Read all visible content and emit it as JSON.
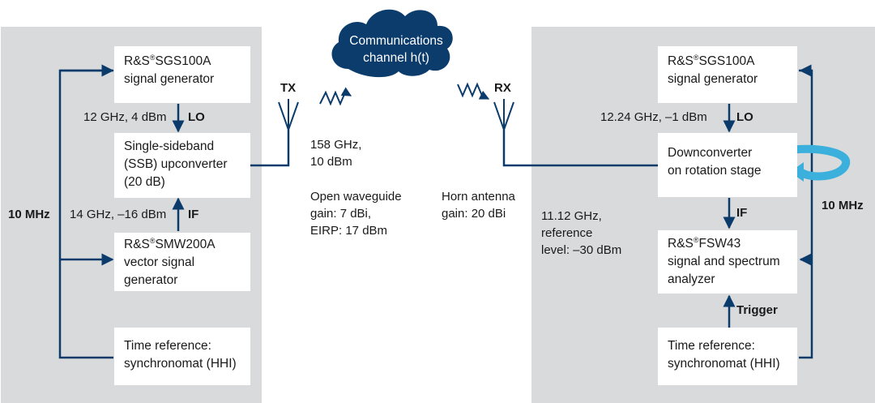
{
  "cloud": {
    "label_line1": "Communications",
    "label_line2": "channel h(t)"
  },
  "tx": {
    "label": "TX",
    "freq_power": "158 GHz,\n10 dBm",
    "antenna_desc": "Open waveguide\ngain: 7 dBi,\nEIRP: 17 dBm"
  },
  "rx": {
    "label": "RX",
    "antenna_desc": "Horn antenna\ngain: 20 dBi",
    "if_desc": "11.12 GHz,\nreference\nlevel: –30 dBm"
  },
  "left": {
    "clock_label": "10 MHz",
    "sgs": {
      "brand": "R&S",
      "reg": "®",
      "model": "SGS100A",
      "desc": "signal generator"
    },
    "lo_spec": "12 GHz, 4 dBm",
    "lo_tag": "LO",
    "upconverter": "Single-sideband\n(SSB) upconverter\n(20 dB)",
    "if_spec": "14 GHz, –16 dBm",
    "if_tag": "IF",
    "smw": {
      "brand": "R&S",
      "reg": "®",
      "model": "SMW200A",
      "desc": "vector signal\ngenerator"
    },
    "time_ref": "Time reference:\nsynchronomat (HHI)"
  },
  "right": {
    "clock_label": "10 MHz",
    "sgs": {
      "brand": "R&S",
      "reg": "®",
      "model": "SGS100A",
      "desc": "signal generator"
    },
    "lo_spec": "12.24 GHz, –1 dBm",
    "lo_tag": "LO",
    "downconverter": "Downconverter\non rotation stage",
    "if_tag": "IF",
    "fsw": {
      "brand": "R&S",
      "reg": "®",
      "model": "FSW43",
      "desc": "signal and spectrum\nanalyzer"
    },
    "trigger_tag": "Trigger",
    "time_ref": "Time reference:\nsynchronomat (HHI)"
  },
  "colors": {
    "panel": "#d9dadb",
    "navy": "#0a3b6b",
    "cloud": "#0b3c6c",
    "rotation": "#3bb0dc"
  }
}
